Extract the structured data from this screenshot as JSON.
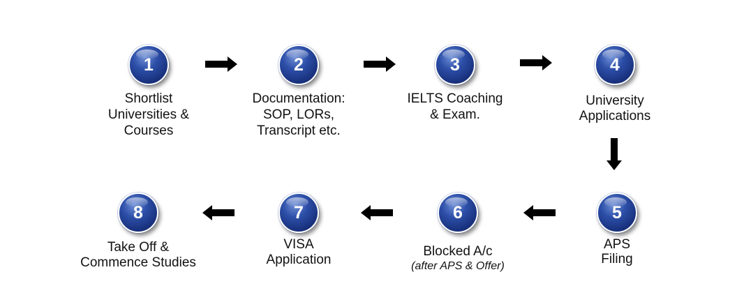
{
  "steps": [
    {
      "number": "1",
      "label_lines": [
        "Shortlist",
        "Universities &",
        "Courses"
      ]
    },
    {
      "number": "2",
      "label_lines": [
        "Documentation:",
        "SOP, LORs,",
        "Transcript etc."
      ]
    },
    {
      "number": "3",
      "label_lines": [
        "IELTS Coaching",
        "& Exam."
      ]
    },
    {
      "number": "4",
      "label_lines": [
        "University",
        "Applications"
      ]
    },
    {
      "number": "5",
      "label_lines": [
        "APS",
        "Filing"
      ]
    },
    {
      "number": "6",
      "label_lines": [
        "Blocked A/c"
      ],
      "sublabel": "(after APS & Offer)"
    },
    {
      "number": "7",
      "label_lines": [
        "VISA",
        "Application"
      ]
    },
    {
      "number": "8",
      "label_lines": [
        "Take Off &",
        "Commence Studies"
      ]
    }
  ],
  "colors": {
    "circle": "#1a3380",
    "arrow": "#000000",
    "text": "#111111"
  }
}
